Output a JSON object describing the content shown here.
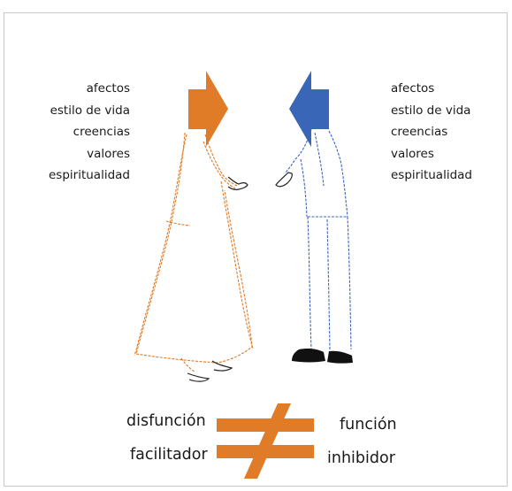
{
  "left_person": {
    "attributes": [
      "afectos",
      "estilo de vida",
      "creencias",
      "valores",
      "espiritualidad"
    ],
    "color": "#e07b28"
  },
  "right_person": {
    "attributes": [
      "afectos",
      "estilo de vida",
      "creencias",
      "valores",
      "espiritualidad"
    ],
    "color": "#3a66b8"
  },
  "bottom": {
    "left_top": "disfunción",
    "left_bottom": "facilitador",
    "right_top": "función",
    "right_bottom": "inhibidor",
    "symbol": "not-equal",
    "symbol_color": "#e07b28"
  }
}
